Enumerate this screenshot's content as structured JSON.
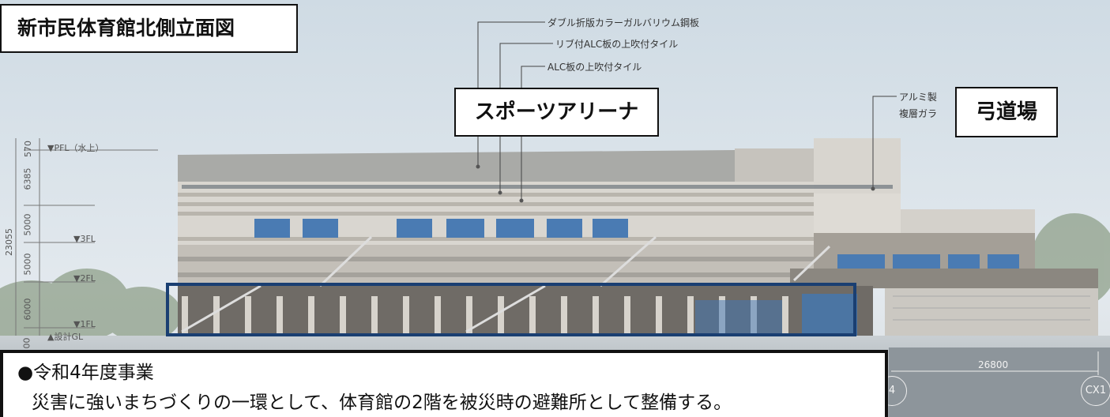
{
  "title": "新市民体育館北側立面図",
  "labels": {
    "arena": "スポーツアリーナ",
    "kyudo": "弓道場"
  },
  "callouts": [
    "ダブル折版カラーガルバリウム鋼板",
    "リブ付ALC板の上吹付タイル",
    "ALC板の上吹付タイル",
    "アルミ製",
    "複層ガラ"
  ],
  "dimensions": {
    "total": "23055",
    "segments": [
      "570",
      "6385",
      "5000",
      "5000",
      "6000",
      "00"
    ],
    "levels": [
      "▼PFL（水上）",
      "▼3FL",
      "▼2FL",
      "▼1FL",
      "▲設計GL"
    ],
    "bottom_span": "26800"
  },
  "axis_labels": [
    "4",
    "CX1"
  ],
  "note": {
    "heading": "●令和4年度事業",
    "body": "災害に強いまちづくりの一環として、体育館の2階を被災時の避難所として整備する。"
  },
  "colors": {
    "highlight_frame": "#1a3f72",
    "glass": "#3f78b8"
  }
}
